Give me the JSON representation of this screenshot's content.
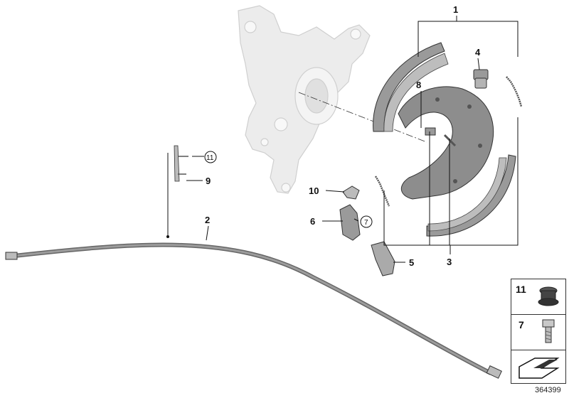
{
  "callouts": {
    "c1": "1",
    "c2": "2",
    "c3": "3",
    "c4": "4",
    "c5": "5",
    "c6": "6",
    "c7": "7",
    "c8": "8",
    "c9": "9",
    "c10": "10",
    "c11": "11"
  },
  "legend": {
    "item1": "11",
    "item2": "7"
  },
  "reference_number": "364399",
  "colors": {
    "part_grey": "#8a8a8a",
    "knuckle_ghost": "#e6e6e6",
    "line": "#111111"
  }
}
